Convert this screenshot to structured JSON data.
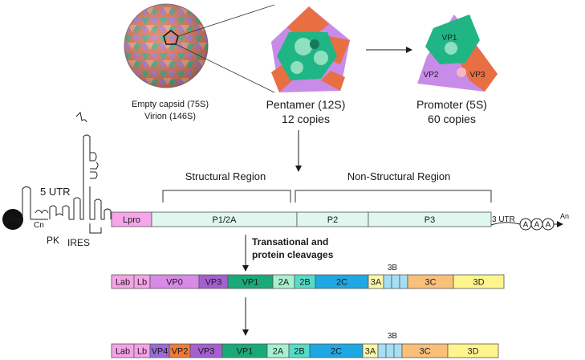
{
  "capsid": {
    "label_line1": "Empty capsid (75S)",
    "label_line2": "Virion (146S)"
  },
  "pentamer": {
    "title": "Pentamer (12S)",
    "copies": "12 copies"
  },
  "promoter": {
    "title": "Promoter (5S)",
    "copies": "60 copies",
    "parts": [
      "VP1",
      "VP2",
      "VP3"
    ]
  },
  "genome": {
    "vpg": "VPg",
    "cn": "Cn",
    "pk": "PK",
    "ires": "IRES",
    "utr5": "5 UTR",
    "utr3": "3 UTR",
    "poly_a": [
      "A",
      "A",
      "A"
    ],
    "a_n": "An",
    "structural_region": "Structural Region",
    "nonstructural_region": "Non-Structural Region",
    "blocks": [
      {
        "label": "Lpro",
        "color": "#f4a6e8"
      },
      {
        "label": "P1/2A",
        "color": "#dff7ee"
      },
      {
        "label": "P2",
        "color": "#dff7ee"
      },
      {
        "label": "P3",
        "color": "#dff7ee"
      }
    ]
  },
  "cleavage": {
    "label_line1": "Transational and",
    "label_line2": "protein cleavages"
  },
  "row1": {
    "label_3b": "3B",
    "segments": [
      {
        "label": "Lab",
        "color": "#f5a3e6"
      },
      {
        "label": "Lb",
        "color": "#f5a3e6"
      },
      {
        "label": "VP0",
        "color": "#d88ae6"
      },
      {
        "label": "VP3",
        "color": "#a45fd1"
      },
      {
        "label": "VP1",
        "color": "#1aaa7a"
      },
      {
        "label": "2A",
        "color": "#a8f0d0"
      },
      {
        "label": "2B",
        "color": "#55dcc8"
      },
      {
        "label": "2C",
        "color": "#1fa8e4"
      },
      {
        "label": "3A",
        "color": "#fff7a8"
      },
      {
        "label": "",
        "color": "#a6dff3"
      },
      {
        "label": "",
        "color": "#a6dff3"
      },
      {
        "label": "",
        "color": "#a6dff3"
      },
      {
        "label": "3C",
        "color": "#f9c07a"
      },
      {
        "label": "3D",
        "color": "#fff58c"
      }
    ]
  },
  "row2": {
    "label_3b": "3B",
    "segments": [
      {
        "label": "Lab",
        "color": "#f5a3e6"
      },
      {
        "label": "Lb",
        "color": "#f5a3e6"
      },
      {
        "label": "VP4",
        "color": "#9a6ad8"
      },
      {
        "label": "VP2",
        "color": "#f07a3c"
      },
      {
        "label": "VP3",
        "color": "#a45fd1"
      },
      {
        "label": "VP1",
        "color": "#1aaa7a"
      },
      {
        "label": "2A",
        "color": "#a8f0d0"
      },
      {
        "label": "2B",
        "color": "#55dcc8"
      },
      {
        "label": "2C",
        "color": "#1fa8e4"
      },
      {
        "label": "3A",
        "color": "#fff7a8"
      },
      {
        "label": "",
        "color": "#a6dff3"
      },
      {
        "label": "",
        "color": "#a6dff3"
      },
      {
        "label": "",
        "color": "#a6dff3"
      },
      {
        "label": "3C",
        "color": "#f9c07a"
      },
      {
        "label": "3D",
        "color": "#fff58c"
      }
    ]
  }
}
